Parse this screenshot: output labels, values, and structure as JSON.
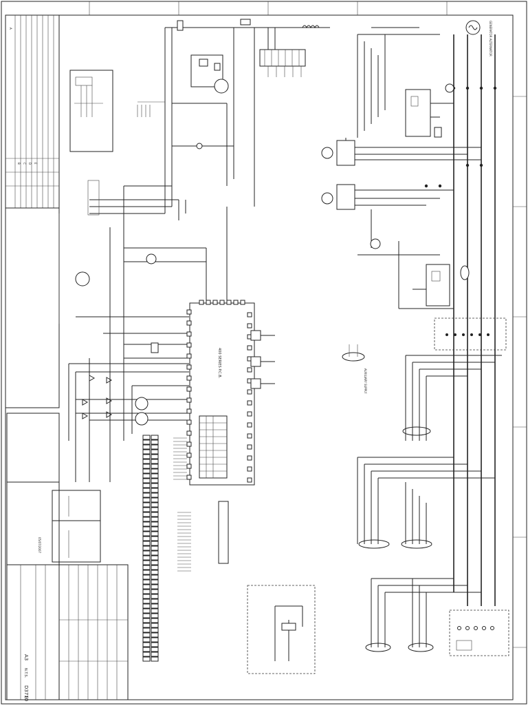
{
  "title_block": {
    "drawing_number": "D3710",
    "revision": "E",
    "sheet_size": "A3",
    "status": "N.T.S.",
    "date": "05/07/2007"
  },
  "modules": {
    "controller": "400 SERIES P.C.B.",
    "alternator": "GENERATOR ALTERNATOR",
    "auxiliary_supply": "AUXILIARY SUPPLY"
  },
  "revisions": [
    {
      "rev": "A"
    },
    {
      "rev": "B"
    },
    {
      "rev": "C"
    },
    {
      "rev": "D"
    },
    {
      "rev": "E"
    }
  ],
  "colors": {
    "line": "#222222",
    "paper": "#ffffff"
  }
}
